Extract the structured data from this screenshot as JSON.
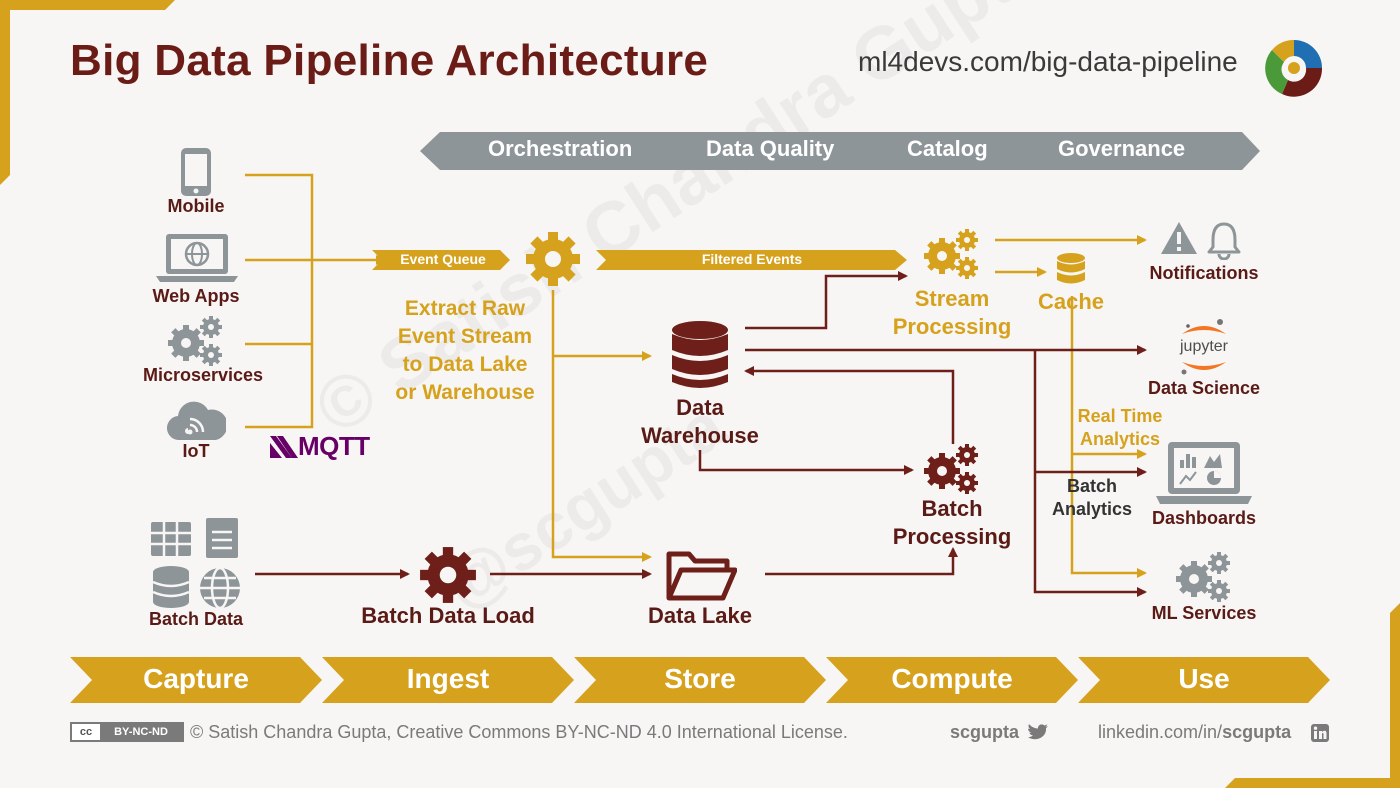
{
  "title": "Big Data Pipeline Architecture",
  "url": "ml4devs.com/big-data-pipeline",
  "watermark": [
    "© Satish Chandra Gupta",
    "@scgupta"
  ],
  "orchestration_bar": [
    "Orchestration",
    "Data Quality",
    "Catalog",
    "Governance"
  ],
  "sources": {
    "mobile": "Mobile",
    "web_apps": "Web Apps",
    "microservices": "Microservices",
    "iot": "IoT",
    "mqtt": "MQTT",
    "batch_data": "Batch Data"
  },
  "ingest": {
    "event_queue": "Event Queue",
    "filtered_events": "Filtered Events",
    "extract_raw": [
      "Extract Raw",
      "Event Stream",
      "to Data Lake",
      "or Warehouse"
    ],
    "batch_data_load": "Batch Data Load"
  },
  "store": {
    "data_warehouse": [
      "Data",
      "Warehouse"
    ],
    "data_lake": "Data Lake"
  },
  "compute": {
    "stream_processing": [
      "Stream",
      "Processing"
    ],
    "cache": "Cache",
    "batch_processing": [
      "Batch",
      "Processing"
    ],
    "real_time_analytics": [
      "Real Time",
      "Analytics"
    ],
    "batch_analytics": [
      "Batch",
      "Analytics"
    ]
  },
  "use": {
    "notifications": "Notifications",
    "jupyter": "jupyter",
    "data_science": "Data Science",
    "dashboards": "Dashboards",
    "ml_services": "ML Services"
  },
  "stages": [
    "Capture",
    "Ingest",
    "Store",
    "Compute",
    "Use"
  ],
  "footer": {
    "license_badge": "BY-NC-ND",
    "license_text": "© Satish Chandra Gupta, Creative Commons BY-NC-ND 4.0 International License.",
    "twitter": "scgupta",
    "linkedin_prefix": "linkedin.com/in/",
    "linkedin_handle": "scgupta"
  },
  "colors": {
    "dark_red": "#6b1c17",
    "arrow_red": "#6e1f1a",
    "gold": "#d6a21e",
    "gray_bar": "#8e9599",
    "icon_gray": "#8e9599"
  }
}
